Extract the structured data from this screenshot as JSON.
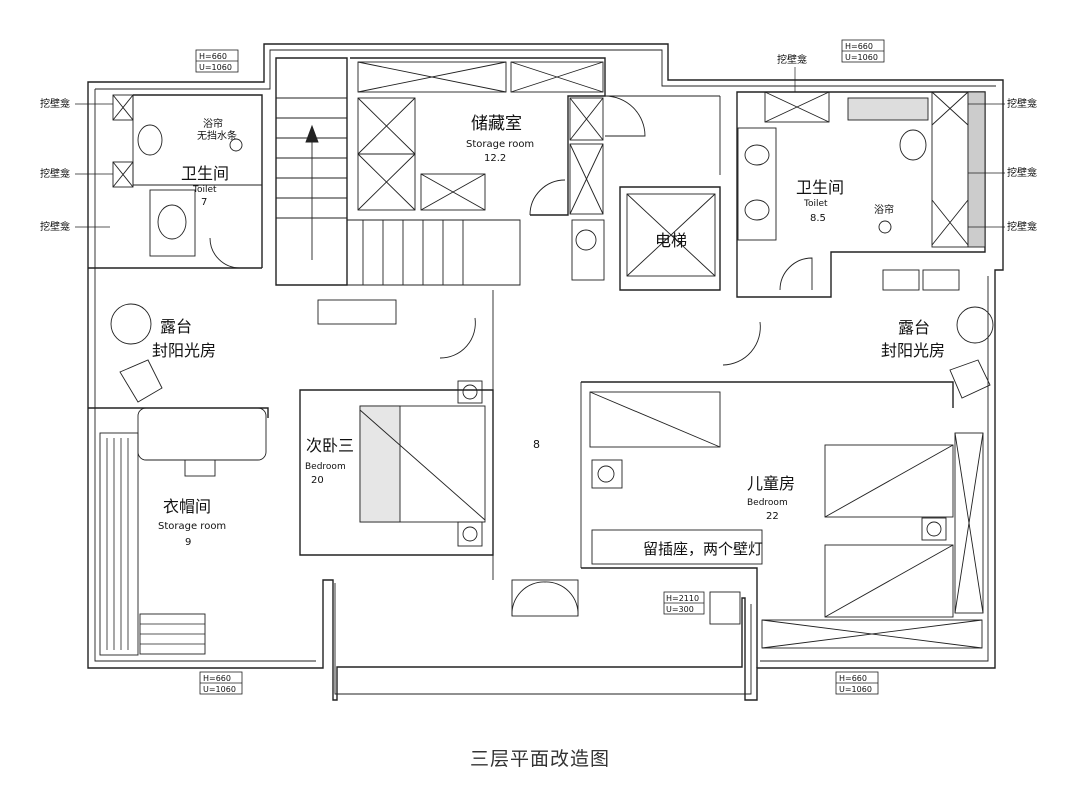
{
  "caption": "三层平面改造图",
  "rooms": {
    "storage_top": {
      "zh": "储藏室",
      "en": "Storage room",
      "area": "12.2"
    },
    "toilet_left": {
      "zh": "卫生间",
      "en": "Toilet",
      "area": "7"
    },
    "toilet_right": {
      "zh": "卫生间",
      "en": "Toilet",
      "area": "8.5"
    },
    "elevator": {
      "zh": "电梯"
    },
    "terrace_left": {
      "zh1": "露台",
      "zh2": "封阳光房"
    },
    "terrace_right": {
      "zh1": "露台",
      "zh2": "封阳光房"
    },
    "bedroom3": {
      "zh": "次卧三",
      "en": "Bedroom",
      "area": "20"
    },
    "kids_room": {
      "zh": "儿童房",
      "en": "Bedroom",
      "area": "22"
    },
    "closet": {
      "zh": "衣帽间",
      "en": "Storage room",
      "area": "9"
    },
    "corridor": {
      "area": "8"
    }
  },
  "notes": {
    "niche": "挖壁龛",
    "shower_curtain": "浴帘",
    "water_stop": "无挡水条",
    "socket_note": "留插座，两个壁灯"
  },
  "window_tags": {
    "top_left": {
      "h": "H=660",
      "u": "U=1060"
    },
    "top_right": {
      "h": "H=660",
      "u": "U=1060"
    },
    "bottom_left": {
      "h": "H=660",
      "u": "U=1060"
    },
    "bottom_right": {
      "h": "H=660",
      "u": "U=1060"
    },
    "bottom_mid": {
      "h": "H=2110",
      "u": "U=300"
    }
  }
}
